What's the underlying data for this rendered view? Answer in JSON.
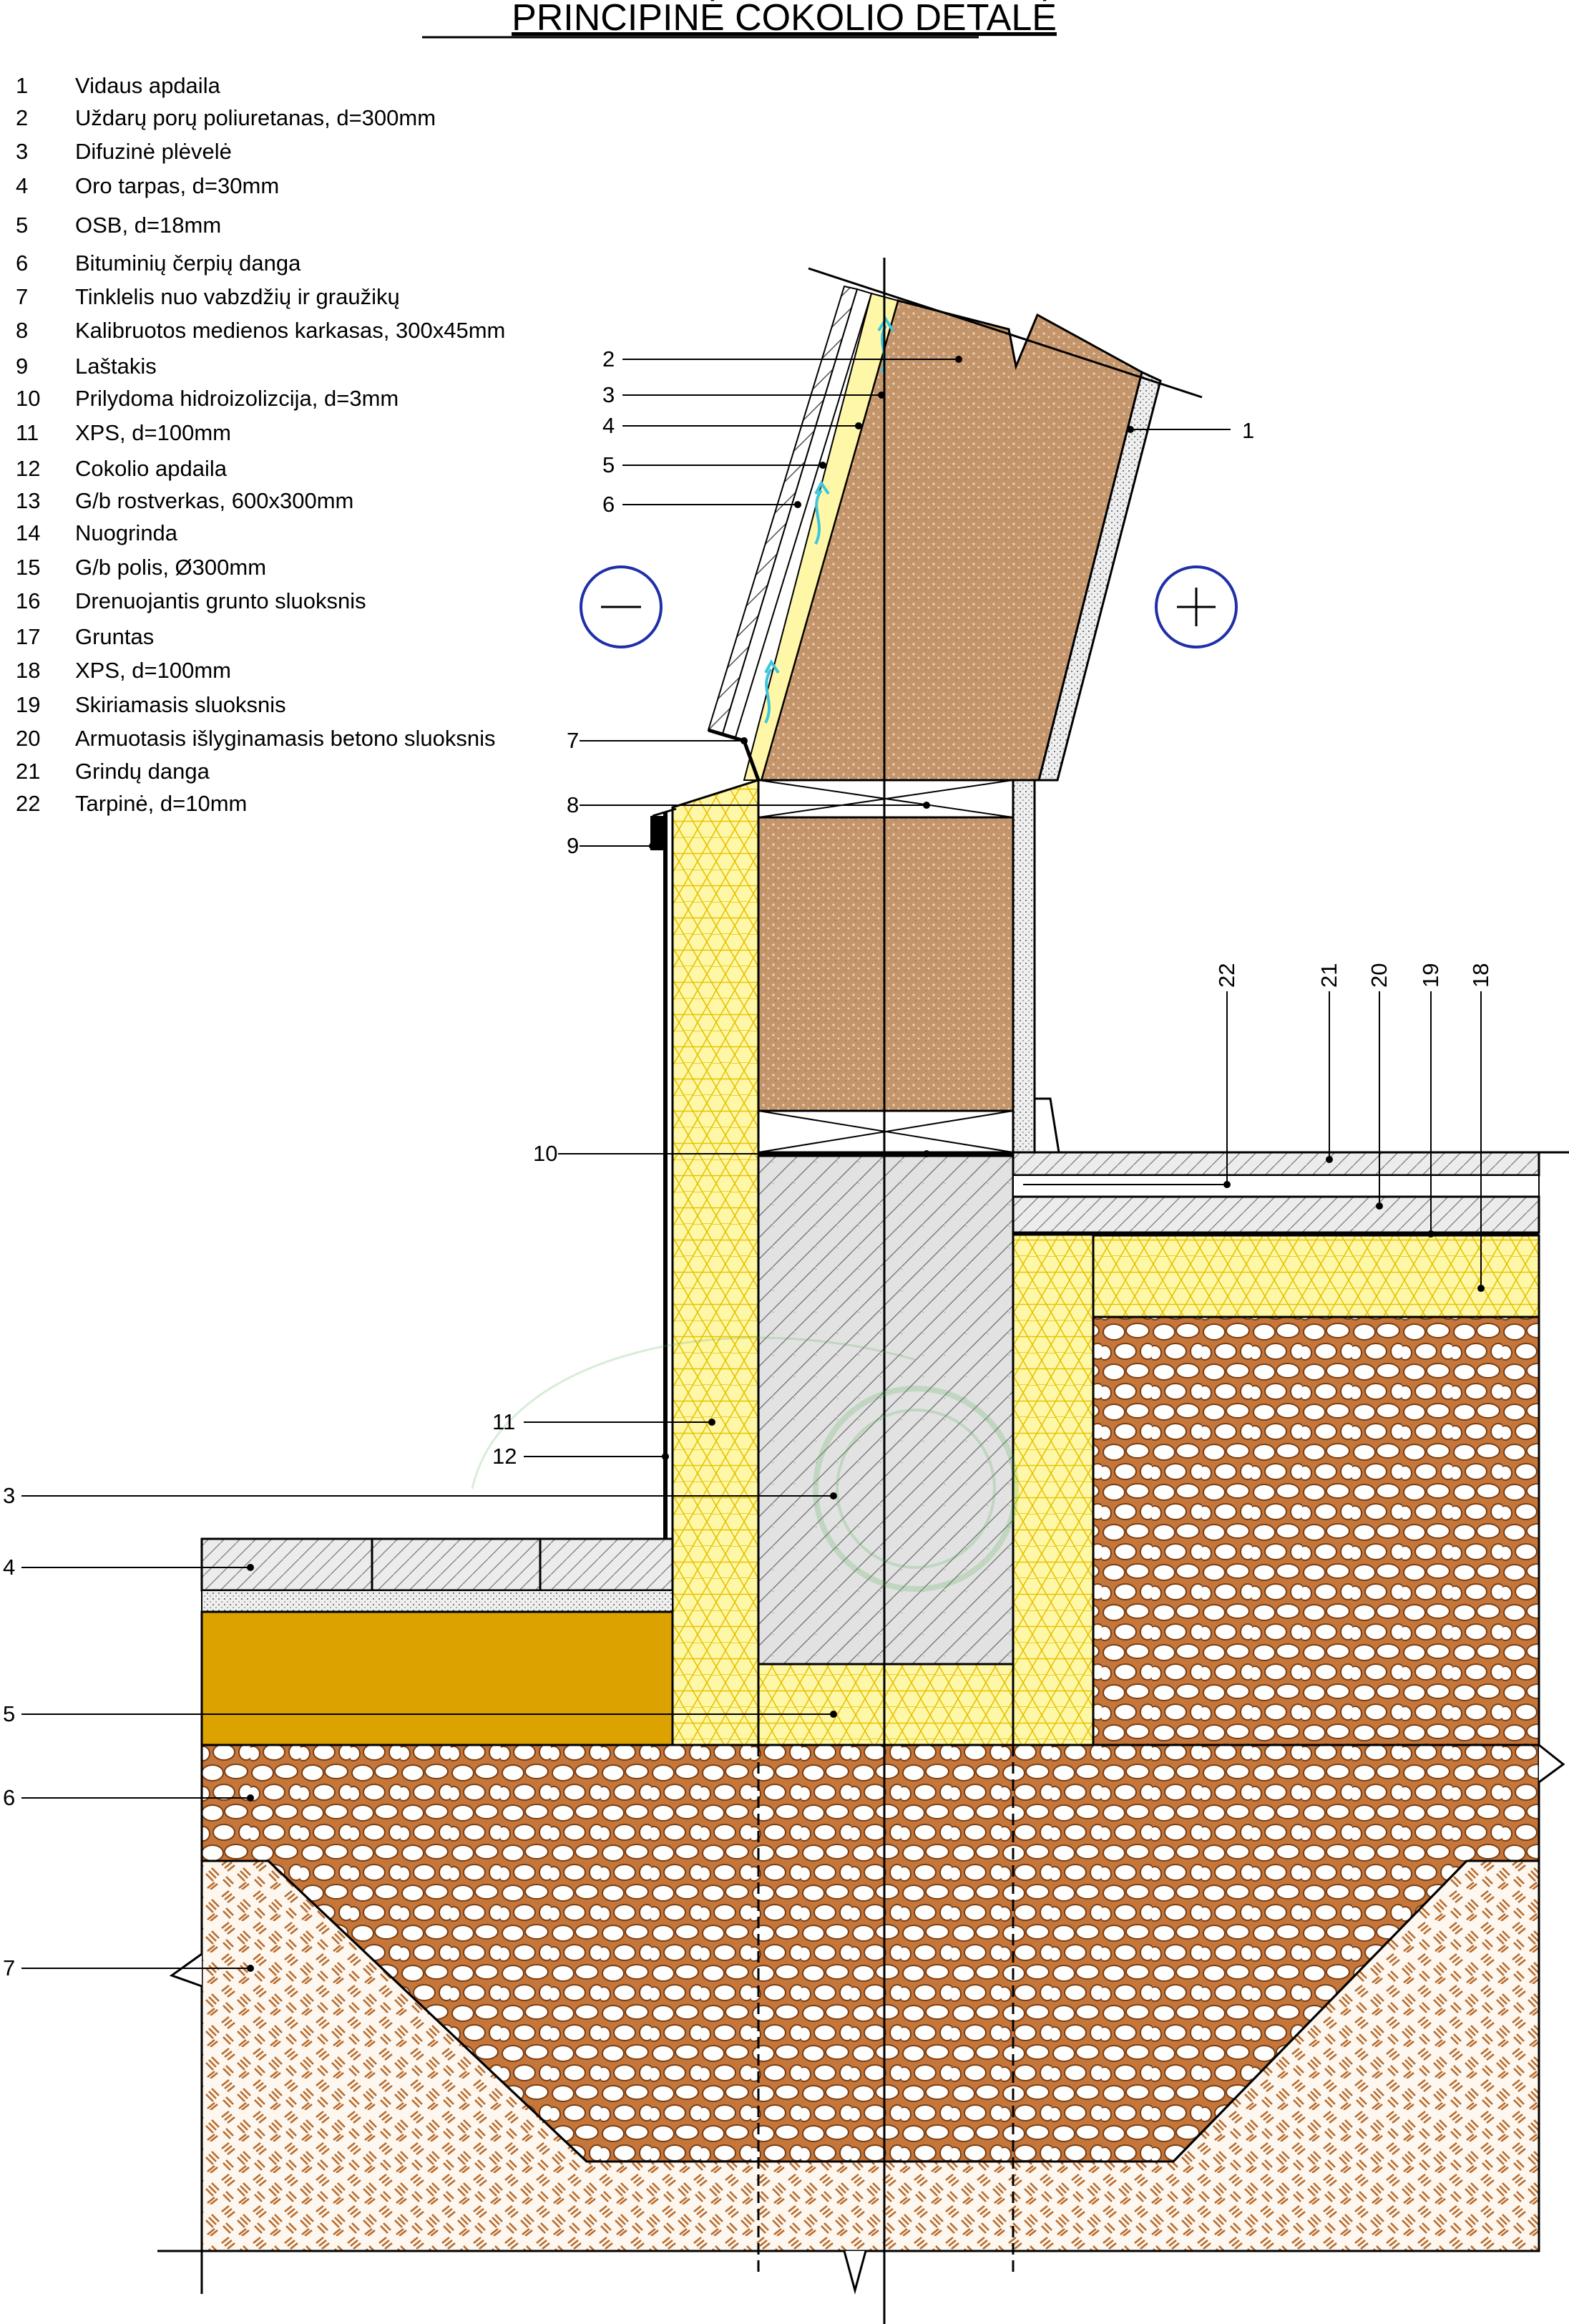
{
  "title": "PRINCIPINĖ COKOLIO DETALĖ",
  "legend": [
    {
      "num": "1",
      "text": "Vidaus apdaila"
    },
    {
      "num": "2",
      "text": "Uždarų porų poliuretanas, d=300mm"
    },
    {
      "num": "3",
      "text": "Difuzinė plėvelė"
    },
    {
      "num": "4",
      "text": "Oro tarpas, d=30mm"
    },
    {
      "num": "5",
      "text": "OSB, d=18mm"
    },
    {
      "num": "6",
      "text": "Bituminių čerpių danga"
    },
    {
      "num": "7",
      "text": "Tinklelis nuo vabzdžių ir graužikų"
    },
    {
      "num": "8",
      "text": "Kalibruotos medienos karkasas, 300x45mm"
    },
    {
      "num": "9",
      "text": "Laštakis"
    },
    {
      "num": "10",
      "text": "Prilydoma hidroizolizcija, d=3mm"
    },
    {
      "num": "11",
      "text": "XPS, d=100mm"
    },
    {
      "num": "12",
      "text": "Cokolio apdaila"
    },
    {
      "num": "13",
      "text": "G/b  rostverkas, 600x300mm"
    },
    {
      "num": "14",
      "text": "Nuogrinda"
    },
    {
      "num": "15",
      "text": "G/b polis, Ø300mm"
    },
    {
      "num": "16",
      "text": "Drenuojantis grunto sluoksnis"
    },
    {
      "num": "17",
      "text": "Gruntas"
    },
    {
      "num": "18",
      "text": "XPS, d=100mm"
    },
    {
      "num": "19",
      "text": "Skiriamasis sluoksnis"
    },
    {
      "num": "20",
      "text": "Armuotasis išlyginamasis betono sluoksnis"
    },
    {
      "num": "21",
      "text": "Grindų danga"
    },
    {
      "num": "22",
      "text": "Tarpinė, d=10mm"
    }
  ],
  "callouts": {
    "roof": [
      "2",
      "3",
      "4",
      "5",
      "6"
    ],
    "inner_finish": "1",
    "insect_mesh": "7",
    "frame": "8",
    "gutter": "9",
    "waterproofing": "10",
    "plinth": [
      "11",
      "12"
    ],
    "floor": [
      "22",
      "21",
      "20",
      "19",
      "18"
    ],
    "foundation": [
      "3",
      "4",
      "5",
      "6",
      "7"
    ]
  },
  "symbols": {
    "minus": "−",
    "plus": "+"
  },
  "colors": {
    "pur_brown": "#c4956a",
    "xps_yellow": "#fff7a8",
    "osb_ochre": "#dba200",
    "gravel_brown": "#c4763b",
    "soil_brown": "#b86a2c",
    "concrete_gray": "#e2e2e2",
    "circle_blue": "#1f2fa8",
    "air_cyan": "#3fc4dc"
  }
}
